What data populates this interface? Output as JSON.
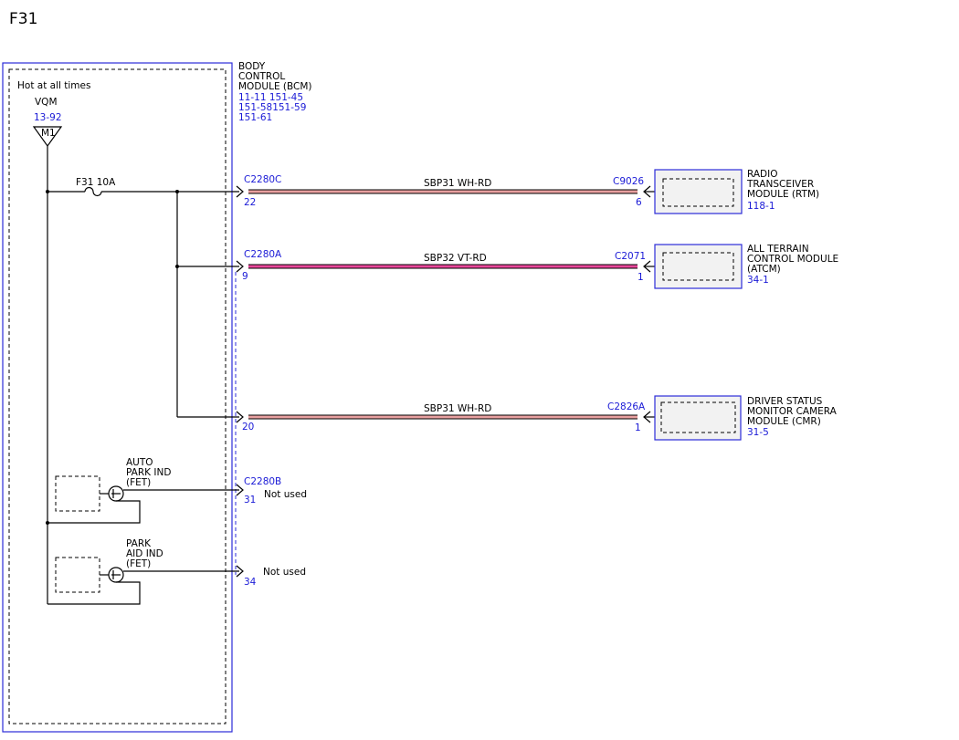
{
  "diagram": {
    "title": "F31",
    "bcm": {
      "name_lines": [
        "BODY",
        "CONTROL",
        "MODULE (BCM)"
      ],
      "refs": [
        "11-11  151-45",
        "151-58151-59",
        "151-61"
      ],
      "hot_label": "Hot at all times"
    },
    "vqm": {
      "label": "VQM",
      "ref": "13-92",
      "pin": "M1"
    },
    "fuse": {
      "label": "F31  10A"
    },
    "circuits": [
      {
        "bcm_connector": "C2280C",
        "bcm_pin": "22",
        "wire": "SBP31  WH-RD",
        "far_connector": "C9026",
        "far_pin": "6",
        "module_lines": [
          "RADIO",
          "TRANSCEIVER",
          "MODULE (RTM)"
        ],
        "module_ref": "118-1",
        "wire_color": "#e8a0a0"
      },
      {
        "bcm_connector": "C2280A",
        "bcm_pin": "9",
        "wire": "SBP32  VT-RD",
        "far_connector": "C2071",
        "far_pin": "1",
        "module_lines": [
          "ALL TERRAIN",
          "CONTROL MODULE",
          "(ATCM)"
        ],
        "module_ref": "34-1",
        "wire_color": "#e8479a"
      },
      {
        "bcm_connector": "",
        "bcm_pin": "20",
        "wire": "SBP31  WH-RD",
        "far_connector": "C2826A",
        "far_pin": "1",
        "module_lines": [
          "DRIVER STATUS",
          "MONITOR CAMERA",
          "MODULE (CMR)"
        ],
        "module_ref": "31-5",
        "wire_color": "#e8a0a0"
      }
    ],
    "outputs": [
      {
        "lines": [
          "AUTO",
          "PARK IND",
          "(FET)"
        ],
        "connector": "C2280B",
        "pin": "31",
        "note": "Not used"
      },
      {
        "lines": [
          "PARK",
          "AID IND",
          "(FET)"
        ],
        "connector": "",
        "pin": "34",
        "note": "Not used"
      }
    ]
  }
}
